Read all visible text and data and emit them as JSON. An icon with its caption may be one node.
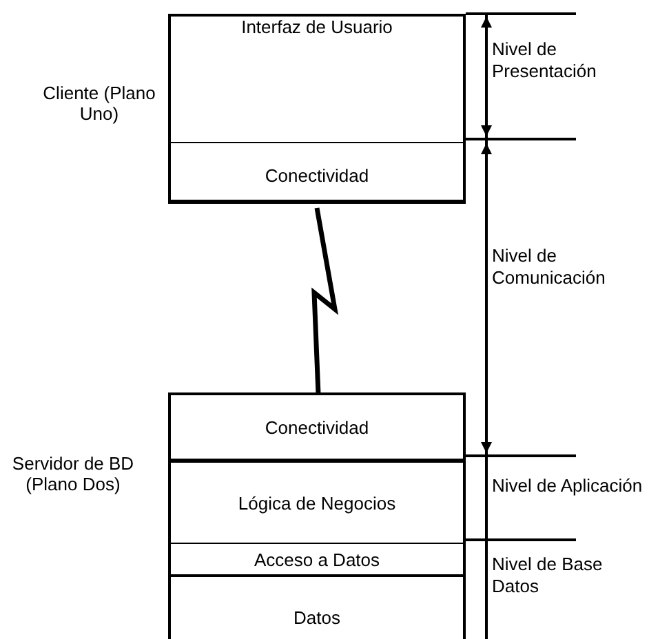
{
  "diagram": {
    "nodes": [
      {
        "text": [
          "Cliente (Plano Uno)"
        ]
      },
      {
        "text": [
          "Interfaz de Usuario"
        ],
        "in": 0
      },
      {
        "text": [
          "Conectividad"
        ],
        "in": 0
      },
      {
        "text": [
          "Servidor de BD (Plano Dos)"
        ]
      },
      {
        "text": [
          "Conectividad"
        ],
        "in": 3
      },
      {
        "text": [
          "Lógica de Negocios"
        ],
        "in": 3
      },
      {
        "text": [
          "Acceso a Datos"
        ],
        "in": 3
      },
      {
        "text": [
          "Datos"
        ],
        "in": 3
      }
    ],
    "edges": [
      {
        "from": 2,
        "to": 4,
        "arrow": "none"
      }
    ],
    "labels": [
      "Nivel de Presentación",
      "Nivel de Comunicación",
      "Nivel de Aplicación",
      "Nivel de Base Datos"
    ]
  }
}
